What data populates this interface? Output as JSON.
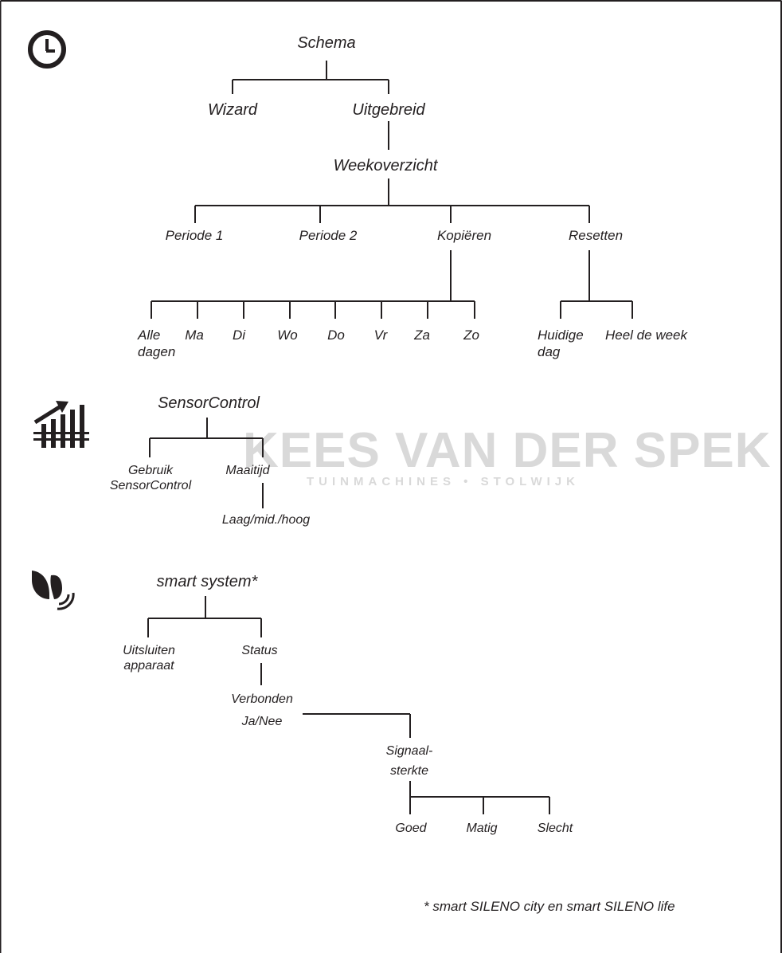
{
  "schema": {
    "root": "Schema",
    "wizard": "Wizard",
    "uitgebreid": "Uitgebreid",
    "weekoverzicht": "Weekoverzicht",
    "periode1": "Periode 1",
    "periode2": "Periode 2",
    "kopieren": "Kopiëren",
    "resetten": "Resetten",
    "days": [
      "Alle",
      "Ma",
      "Di",
      "Wo",
      "Do",
      "Vr",
      "Za",
      "Zo"
    ],
    "alle_line2": "dagen",
    "huidige_line1": "Huidige",
    "huidige_line2": "dag",
    "heel_de_week": "Heel de week",
    "icon": "clock-icon"
  },
  "sensor": {
    "root": "SensorControl",
    "gebruik_line1": "Gebruik",
    "gebruik_line2": "SensorControl",
    "maaitijd": "Maaitijd",
    "laag": "Laag/mid./hoog",
    "icon": "sensor-control-icon"
  },
  "smart": {
    "root": "smart system*",
    "uitsluiten_line1": "Uitsluiten",
    "uitsluiten_line2": "apparaat",
    "status": "Status",
    "verbonden_line1": "Verbonden",
    "verbonden_line2": "Ja/Nee",
    "signaal_line1": "Signaal-",
    "signaal_line2": "sterkte",
    "goed": "Goed",
    "matig": "Matig",
    "slecht": "Slecht",
    "icon": "smart-system-icon"
  },
  "watermark": {
    "title": "KEES VAN DER SPEK",
    "subtitle": "TUINMACHINES • STOLWIJK"
  },
  "footnote": "* smart SILENO city en smart SILENO life"
}
